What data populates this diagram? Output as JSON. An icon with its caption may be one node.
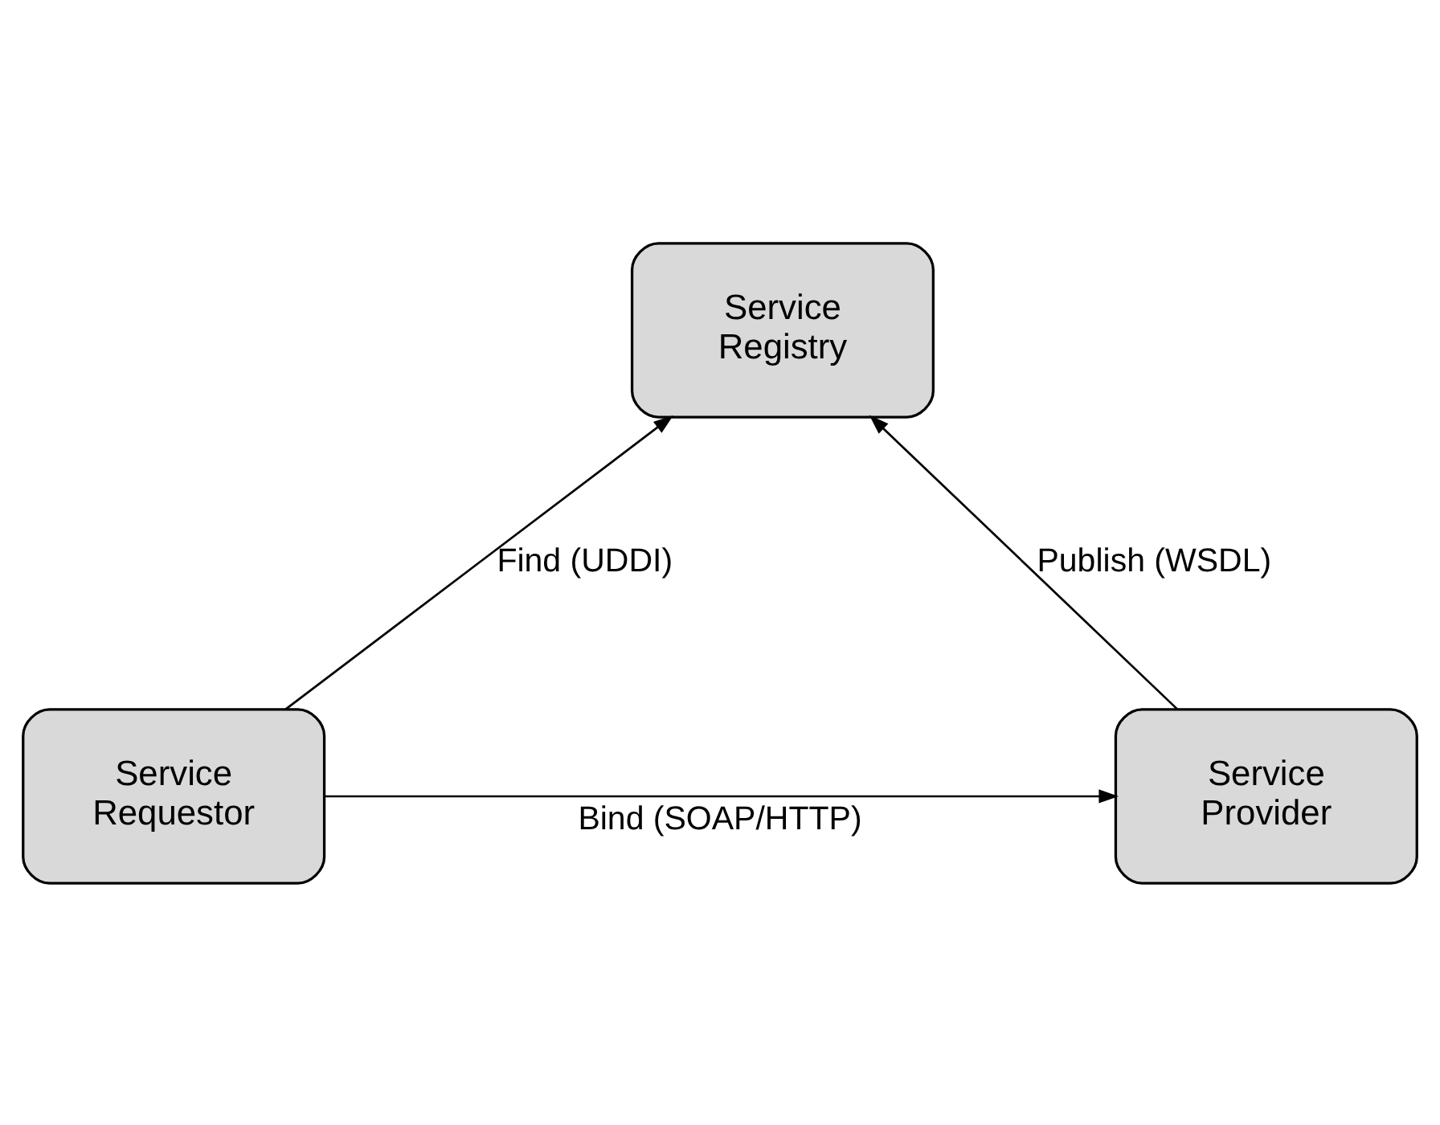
{
  "diagram": {
    "nodes": [
      {
        "text": [
          "Service Registry"
        ]
      },
      {
        "text": [
          "Service Provider"
        ]
      },
      {
        "text": [
          "Service Requestor"
        ]
      }
    ],
    "edges": [
      {
        "from": 1,
        "to": 0,
        "arrow": "to",
        "label": "Publish (WSDL)"
      },
      {
        "from": 2,
        "to": 0,
        "arrow": "to",
        "label": "Find (UDDI)"
      },
      {
        "from": 2,
        "to": 1,
        "arrow": "to",
        "label": "Bind (SOAP/HTTP)"
      }
    ]
  }
}
